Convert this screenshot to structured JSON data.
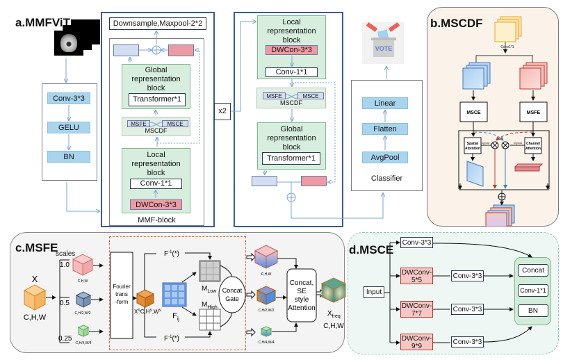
{
  "panel_a": {
    "title": "a.MMFViT",
    "stem": {
      "items": [
        "Conv-3*3",
        "GELU",
        "BN"
      ]
    },
    "mmf_block": {
      "downsample_label": "Downsample,Maxpool-2*2",
      "global_block": {
        "title_lines": [
          "Global",
          "representation",
          "block"
        ],
        "inner": "Transformer*1"
      },
      "mscdf": {
        "left": "MSFE",
        "right": "MSCE",
        "label": "MSCDF"
      },
      "local_block": {
        "title_lines": [
          "Local",
          "representation",
          "block"
        ],
        "conv": "Conv-1*1",
        "dwconv": "DWCon-3*3"
      },
      "caption": "MMF-block"
    },
    "repeat_label": "x2",
    "second_block": {
      "local_block": {
        "title_lines": [
          "Local",
          "representation",
          "block"
        ],
        "dwconv": "DWCon-3*3",
        "conv": "Conv-1*1"
      },
      "mscdf": {
        "left": "MSFE",
        "right": "MSCE",
        "label": "MSCDF"
      },
      "global_block": {
        "title_lines": [
          "Global",
          "representation",
          "block"
        ],
        "inner": "Transformer*1"
      }
    },
    "classifier": {
      "items": [
        "Linear",
        "Flatten",
        "AvgPool"
      ],
      "caption": "Classifier"
    },
    "vote_label": "VOTE"
  },
  "panel_b": {
    "title": "b.MSCDF",
    "conv_label": "Conv1*1",
    "left_module": "MSCE",
    "right_module": "MSFE",
    "spatial_attention": [
      "Spatial",
      "Attention"
    ],
    "channel_attention": [
      "Channel",
      "Attention"
    ],
    "sigmoid_label": "Sigmoid"
  },
  "panel_c": {
    "title": "c.MSFE",
    "scales_label": "scales",
    "input": {
      "name": "X",
      "dims": "C,H,W"
    },
    "scales": [
      {
        "value": "1.0",
        "dims": "C,H,W"
      },
      {
        "value": "0.5",
        "dims": "C,H/2,W/2"
      },
      {
        "value": "0.25",
        "dims": "C,H/4,W/4"
      }
    ],
    "fourier_lines": [
      "Fourier",
      "trans",
      "-form"
    ],
    "xs_label": "X",
    "xs_sup": "S",
    "xs_dims": "C,H",
    "xs_dims2": ",W",
    "fij_main": "F",
    "fij_sub": "ij",
    "inverse_top": "F",
    "inverse_sup": "-1",
    "inverse_arg": "(*)",
    "m_low": "M",
    "m_low_sub": "Low",
    "m_high": "M",
    "m_high_sub": "High",
    "gate_lines": [
      "Concat",
      "Gate"
    ],
    "outputs": [
      "C,H,W",
      "C,H/2,W/2",
      "C,H/4,W/4"
    ],
    "attention_lines": [
      "Concat,",
      "SE",
      "style",
      "Attention"
    ],
    "xfreq_main": "X",
    "xfreq_sub": "freq",
    "xfreq_dims": "C,H,W"
  },
  "panel_d": {
    "title": "d.MSCE",
    "input_label": "Input",
    "branches": [
      {
        "dw": null,
        "conv": "Conv-3*3"
      },
      {
        "dw": [
          "DWConv-",
          "5*5"
        ],
        "conv": "Conv-3*3"
      },
      {
        "dw": [
          "DWConv-",
          "7*7"
        ],
        "conv": "Conv-3*3"
      },
      {
        "dw": [
          "DWConv-",
          "9*9"
        ],
        "conv": "Conv-3*3"
      }
    ],
    "fusion": [
      "Concat",
      "Conv-1*1",
      "BN"
    ]
  },
  "colors": {
    "blue_line": "#7aa3d8",
    "navy_frame": "#3a5a9a",
    "green_block": "#d7eedf",
    "pink": "#ee9aa4",
    "light_blue_btn": "#a9d4ee",
    "panel_b_bg": "#fbf3ea",
    "panel_c_bg": "#f4f4f4",
    "panel_d_bg": "#eef7f4",
    "dashed_red": "#e06a3a"
  }
}
